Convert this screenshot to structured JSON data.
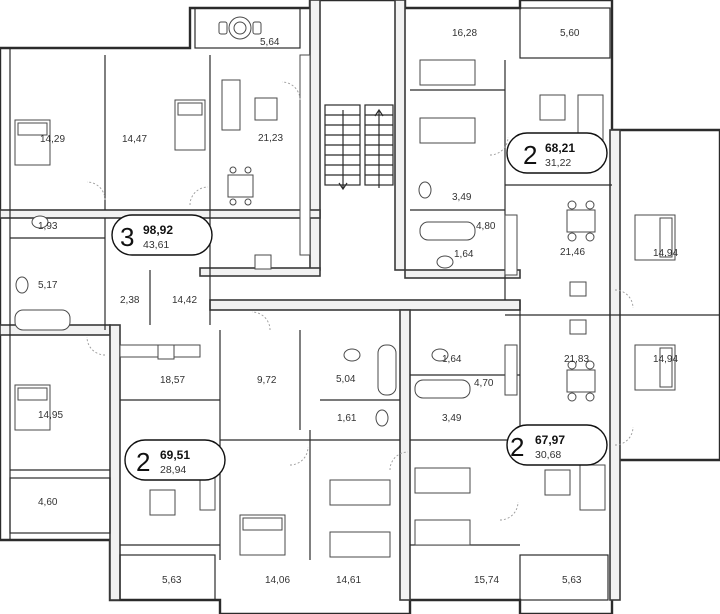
{
  "room_areas": {
    "balcony_top_left": "5,64",
    "balcony_top_right": "5,60",
    "room_16_28": "16,28",
    "bedroom_14_29": "14,29",
    "bedroom_14_47": "14,47",
    "living_21_23": "21,23",
    "bath_1_93": "1,93",
    "bath_3_49_top": "3,49",
    "hall_4_80": "4,80",
    "wc_1_64_top": "1,64",
    "kitchen_21_46": "21,46",
    "bedroom_14_94_top": "14,94",
    "bath_5_17": "5,17",
    "closet_2_38": "2,38",
    "hall_14_42": "14,42",
    "kitchen_21_83": "21,83",
    "bedroom_14_94_bottom": "14,94",
    "kitchen_18_57": "18,57",
    "hall_9_72": "9,72",
    "bath_5_04": "5,04",
    "wc_1_64_bottom": "1,64",
    "hall_4_70": "4,70",
    "bedroom_14_95": "14,95",
    "wc_1_61": "1,61",
    "bath_3_49_bottom": "3,49",
    "balcony_left": "4,60",
    "balcony_bottom_left": "5,63",
    "bedroom_14_06": "14,06",
    "bedroom_14_61": "14,61",
    "bedroom_15_74": "15,74",
    "balcony_bottom_right": "5,63"
  },
  "apartments": [
    {
      "rooms": "3",
      "total": "98,92",
      "living": "43,61"
    },
    {
      "rooms": "2",
      "total": "68,21",
      "living": "31,22"
    },
    {
      "rooms": "2",
      "total": "69,51",
      "living": "28,94"
    },
    {
      "rooms": "2",
      "total": "67,97",
      "living": "30,68"
    }
  ]
}
